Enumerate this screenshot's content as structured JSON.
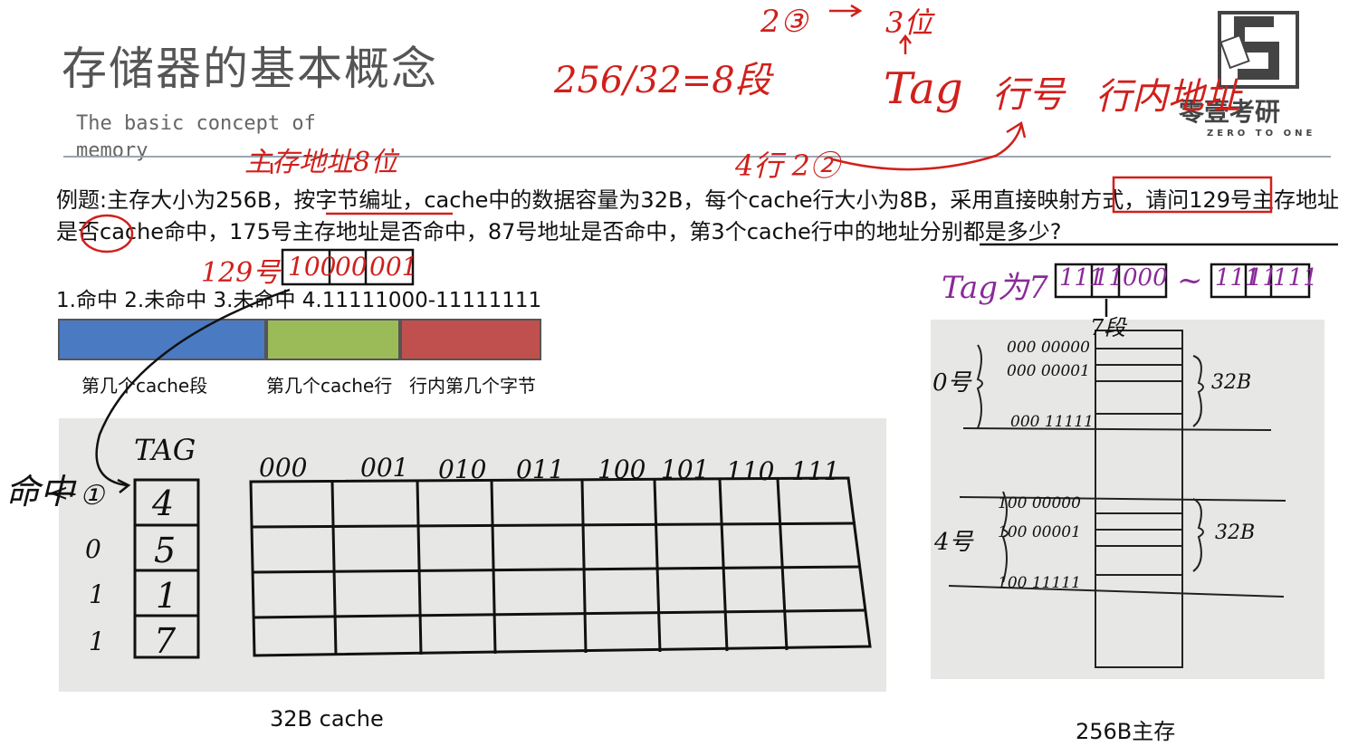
{
  "header": {
    "title": "存储器的基本概念",
    "subtitle": "The basic concept of memory"
  },
  "logo": {
    "text": "零壹考研",
    "sub": "ZERO TO ONE"
  },
  "question": {
    "text": "例题:主存大小为256B，按字节编址，cache中的数据容量为32B，每个cache行大小为8B，采用直接映射方式，请问129号主存地址是否cache命中，175号主存地址是否命中，87号地址是否命中，第3个cache行中的地址分别都是多少?",
    "answer": "1.命中 2.未命中 3.未命中 4.11111000-11111111"
  },
  "address_format": {
    "segments": [
      {
        "label": "第几个cache段",
        "color": "#4a7ac2"
      },
      {
        "label": "第几个cache行",
        "color": "#9bbb59"
      },
      {
        "label": "行内第几个字节",
        "color": "#c0504d"
      }
    ]
  },
  "cache_diagram": {
    "tag_header": "TAG",
    "tags": [
      "4",
      "5",
      "1",
      "7"
    ],
    "row_index": [
      "①",
      "0",
      "1",
      "1"
    ],
    "columns": [
      "000",
      "001",
      "010",
      "011",
      "100",
      "101",
      "110",
      "111"
    ],
    "caption": "32B cache"
  },
  "memory_diagram": {
    "caption": "256B主存",
    "segment0_label": "0号",
    "segment4_label": "4号",
    "size_label": "32B",
    "seg0_rows": [
      "000 00000",
      "000 00001",
      "000 11111"
    ],
    "seg4_rows": [
      "100 00000",
      "100 00001",
      "100 11111"
    ]
  },
  "annotations": {
    "calc": "256/32=8段",
    "pow": "2③",
    "arrow_to": "3位",
    "tag": "Tag",
    "line_no": "行号",
    "in_line_addr": "行内地址",
    "main_addr_8bit": "主存地址8位",
    "lines_pow": "4行 2②",
    "num129": "129号",
    "binary129": [
      "100",
      "00",
      "001"
    ],
    "tag_is_7": "Tag为7",
    "range_start": [
      "111",
      "11",
      "000"
    ],
    "tilde": "~",
    "range_end": [
      "111",
      "11",
      "111"
    ],
    "segment_note": "7段",
    "hit": "命中",
    "arrow_left": "<-"
  }
}
